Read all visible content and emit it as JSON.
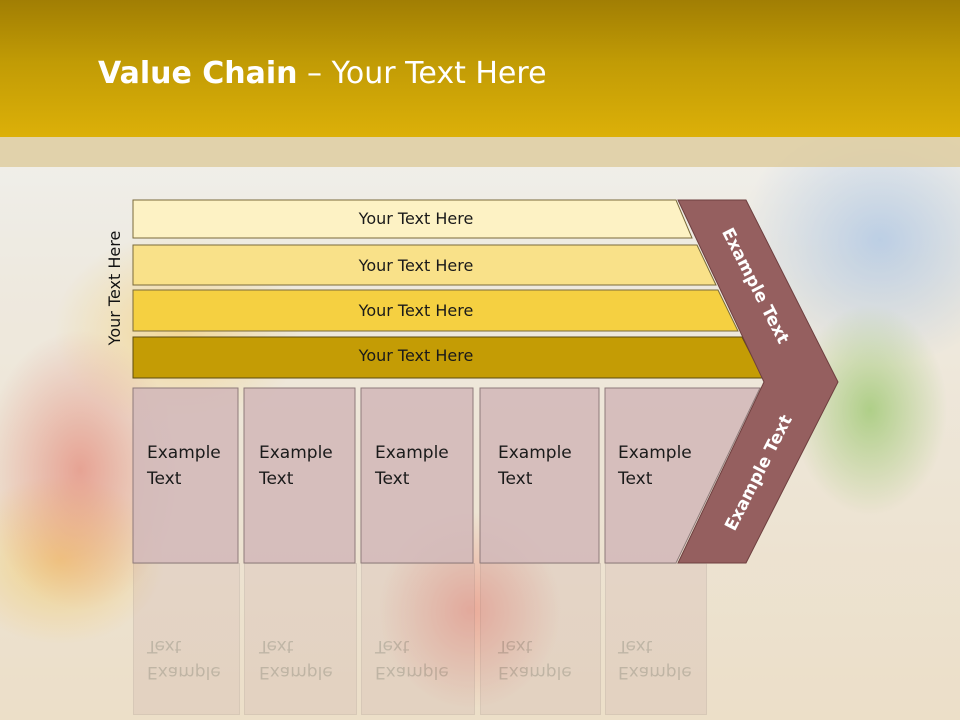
{
  "slide": {
    "title_bold": "Value Chain",
    "title_rest": " – Your Text Here",
    "side_label": "Your Text Here"
  },
  "bars": [
    {
      "label": "Your Text Here",
      "fill": "#fdf2c4"
    },
    {
      "label": "Your Text Here",
      "fill": "#f9e189"
    },
    {
      "label": "Your Text Here",
      "fill": "#f5d041"
    },
    {
      "label": "Your Text Here",
      "fill": "#c49c05"
    }
  ],
  "boxes": [
    {
      "line1": "Example",
      "line2": "Text"
    },
    {
      "line1": "Example",
      "line2": "Text"
    },
    {
      "line1": "Example",
      "line2": "Text"
    },
    {
      "line1": "Example",
      "line2": "Text"
    },
    {
      "line1": "Example",
      "line2": "Text"
    }
  ],
  "arrow": {
    "upper_label": "Example Text",
    "lower_label": "Example Text",
    "fill": "#955f5f"
  },
  "colors": {
    "header": "#c19b05",
    "box_fill": "#d3b9b9"
  }
}
